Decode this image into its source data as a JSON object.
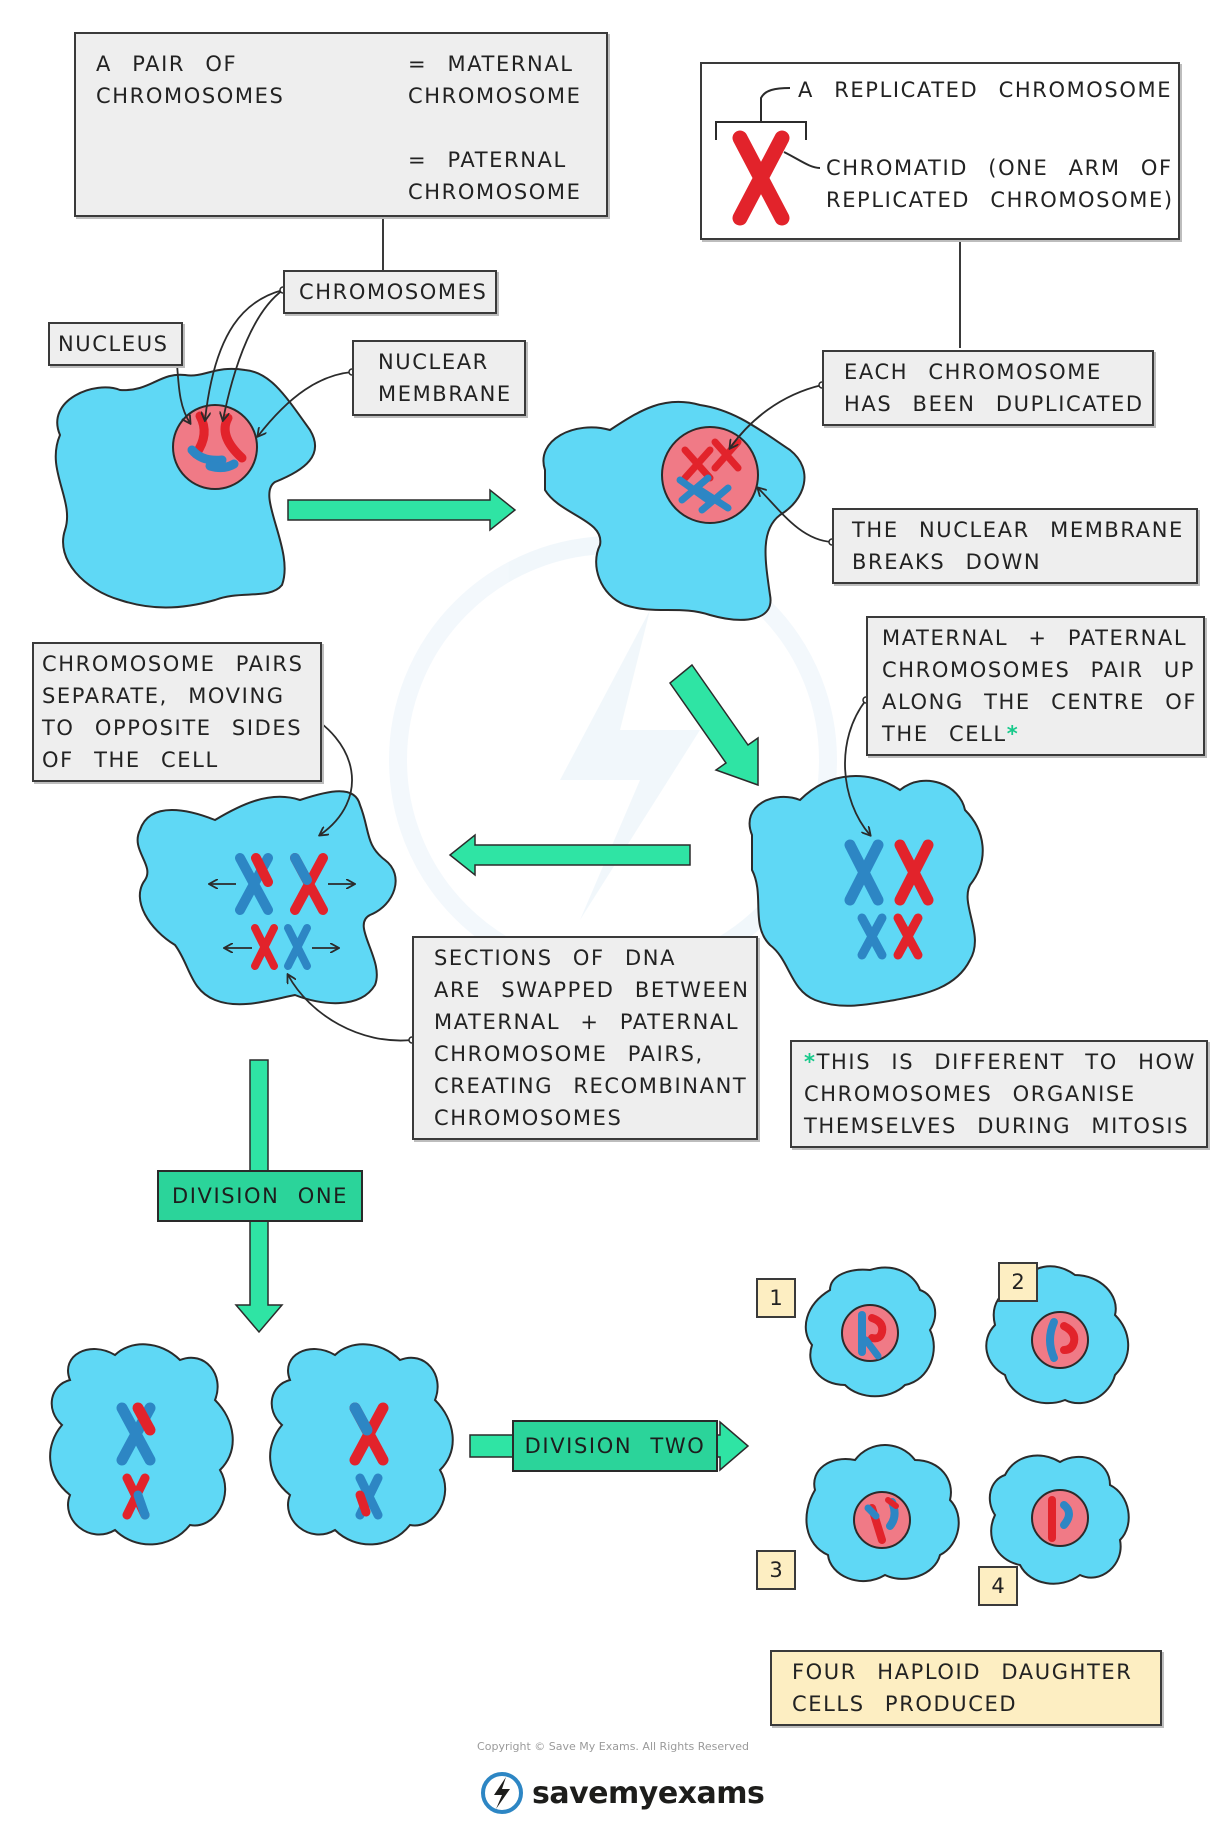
{
  "legend": {
    "pair_label": "A PAIR OF\nCHROMOSOMES",
    "maternal_label": "= MATERNAL\nCHROMOSOME",
    "paternal_label": "= PATERNAL\nCHROMOSOME",
    "maternal_color": "#e2232b",
    "paternal_color": "#2d86c4"
  },
  "replicated": {
    "title": "A REPLICATED CHROMOSOME",
    "chromatid": "CHROMATID (ONE ARM OF\nREPLICATED CHROMOSOME)"
  },
  "labels": {
    "chromosomes": "CHROMOSOMES",
    "nucleus": "NUCLEUS",
    "nuclear_membrane": "NUCLEAR\nMEMBRANE",
    "duplicated": "EACH CHROMOSOME\nHAS BEEN DUPLICATED",
    "membrane_breaks": "THE NUCLEAR MEMBRANE\nBREAKS DOWN",
    "pair_up": "MATERNAL + PATERNAL\nCHROMOSOMES PAIR UP\nALONG THE CENTRE OF\nTHE CELL",
    "asterisk": "*",
    "separate": "CHROMOSOME PAIRS\nSEPARATE, MOVING\nTO OPPOSITE SIDES\nOF THE CELL",
    "swapped": "SECTIONS OF DNA\nARE SWAPPED BETWEEN\nMATERNAL + PATERNAL\nCHROMOSOME PAIRS,\nCREATING RECOMBINANT\nCHROMOSOMES",
    "note": "THIS IS DIFFERENT TO HOW\nCHROMOSOMES ORGANISE\nTHEMSELVES DURING MITOSIS",
    "division_one": "DIVISION ONE",
    "division_two": "DIVISION TWO",
    "four_haploid": "FOUR HAPLOID DAUGHTER\nCELLS PRODUCED",
    "cell_numbers": [
      "1",
      "2",
      "3",
      "4"
    ]
  },
  "colors": {
    "cell": "#5fd8f5",
    "nucleus": "#f07a86",
    "arrow": "#2fe4a4",
    "label_bg": "#eeeeee",
    "highlight_bg": "#fdeec2"
  },
  "footer": {
    "copyright": "Copyright © Save My Exams. All Rights Reserved",
    "brand": "savemyexams",
    "brand_icon": "lightning-bolt-icon"
  }
}
